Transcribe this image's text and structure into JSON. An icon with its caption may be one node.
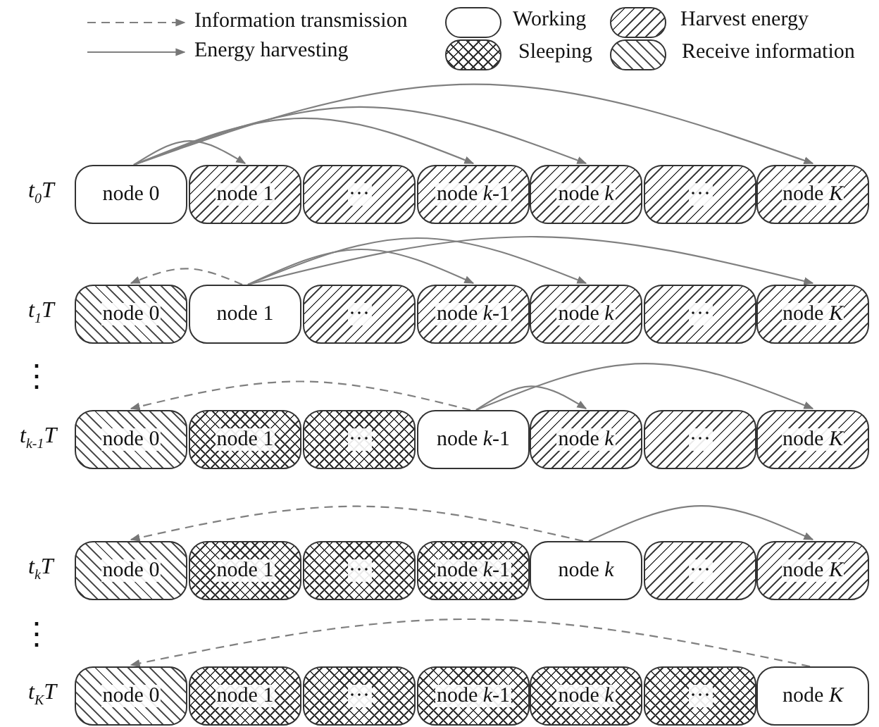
{
  "diagram": {
    "nodes": [
      {
        "text": [
          "node 0"
        ]
      },
      {
        "text": [
          "node 1"
        ]
      },
      {
        "text": [
          "···"
        ]
      },
      {
        "text": [
          "node *k*-1"
        ]
      },
      {
        "text": [
          "node *k*"
        ]
      },
      {
        "text": [
          "···"
        ]
      },
      {
        "text": [
          "node *K*"
        ]
      },
      {
        "text": [
          "node 0"
        ]
      },
      {
        "text": [
          "node 1"
        ]
      },
      {
        "text": [
          "···"
        ]
      },
      {
        "text": [
          "node *k*-1"
        ]
      },
      {
        "text": [
          "node *k*"
        ]
      },
      {
        "text": [
          "···"
        ]
      },
      {
        "text": [
          "node *K*"
        ]
      },
      {
        "text": [
          "node 0"
        ]
      },
      {
        "text": [
          "node 1"
        ]
      },
      {
        "text": [
          "···"
        ]
      },
      {
        "text": [
          "node *k*-1"
        ]
      },
      {
        "text": [
          "node *k*"
        ]
      },
      {
        "text": [
          "···"
        ]
      },
      {
        "text": [
          "node *K*"
        ]
      },
      {
        "text": [
          "node 0"
        ]
      },
      {
        "text": [
          "node 1"
        ]
      },
      {
        "text": [
          "···"
        ]
      },
      {
        "text": [
          "node *k*-1"
        ]
      },
      {
        "text": [
          "node *k*"
        ]
      },
      {
        "text": [
          "···"
        ]
      },
      {
        "text": [
          "node *K*"
        ]
      },
      {
        "text": [
          "node 0"
        ]
      },
      {
        "text": [
          "node 1"
        ]
      },
      {
        "text": [
          "···"
        ]
      },
      {
        "text": [
          "node *k*-1"
        ]
      },
      {
        "text": [
          "node *k*"
        ]
      },
      {
        "text": [
          "···"
        ]
      },
      {
        "text": [
          "node *K*"
        ]
      }
    ],
    "edges": [
      {
        "from": 0,
        "to": 1,
        "arrow": "to"
      },
      {
        "from": 0,
        "to": 3,
        "arrow": "to"
      },
      {
        "from": 0,
        "to": 4,
        "arrow": "to"
      },
      {
        "from": 0,
        "to": 6,
        "arrow": "to"
      },
      {
        "from": 8,
        "to": 7,
        "arrow": "to",
        "style": "dashed"
      },
      {
        "from": 8,
        "to": 10,
        "arrow": "to"
      },
      {
        "from": 8,
        "to": 11,
        "arrow": "to"
      },
      {
        "from": 8,
        "to": 13,
        "arrow": "to"
      },
      {
        "from": 17,
        "to": 14,
        "arrow": "to",
        "style": "dashed"
      },
      {
        "from": 17,
        "to": 18,
        "arrow": "to"
      },
      {
        "from": 17,
        "to": 20,
        "arrow": "to"
      },
      {
        "from": 25,
        "to": 21,
        "arrow": "to",
        "style": "dashed"
      },
      {
        "from": 25,
        "to": 27,
        "arrow": "to"
      },
      {
        "from": 34,
        "to": 28,
        "arrow": "to",
        "style": "dashed"
      }
    ],
    "labels": [
      "t$_{0}$T",
      "t$_{1}$T",
      "⋮",
      "t$_{k-1}$T",
      "t$_{k}$T",
      "⋮",
      "t$_{K}$T"
    ],
    "legend": [
      {
        "text": "Information transmission"
      },
      {
        "text": "Working"
      },
      {
        "text": "Harvest energy"
      },
      {
        "text": "Energy harvesting"
      },
      {
        "text": "Sleeping"
      },
      {
        "text": "Receive information"
      }
    ]
  }
}
